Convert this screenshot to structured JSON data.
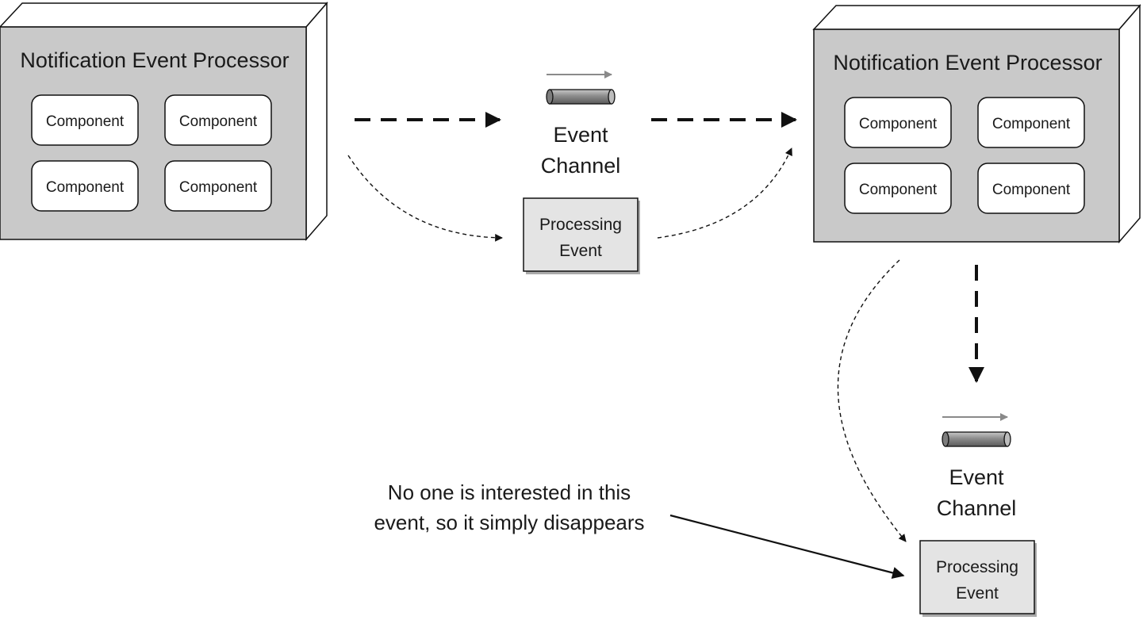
{
  "processors": [
    {
      "title": "Notification Event Processor",
      "components": [
        "Component",
        "Component",
        "Component",
        "Component"
      ]
    },
    {
      "title": "Notification Event Processor",
      "components": [
        "Component",
        "Component",
        "Component",
        "Component"
      ]
    }
  ],
  "channels": [
    {
      "line1": "Event",
      "line2": "Channel"
    },
    {
      "line1": "Event",
      "line2": "Channel"
    }
  ],
  "processing_events": [
    {
      "line1": "Processing",
      "line2": "Event"
    },
    {
      "line1": "Processing",
      "line2": "Event"
    }
  ],
  "annotation": {
    "line1": "No one is interested in this",
    "line2": "event, so it simply disappears"
  },
  "colors": {
    "box_fill": "#c9c9c9",
    "box_side": "#ffffff",
    "component_fill": "#ffffff",
    "processing_event_fill": "#e4e4e4",
    "pipe_fill": "#8c8c8c",
    "pipe_arrow": "#8a8a8a",
    "stroke": "#111111"
  }
}
